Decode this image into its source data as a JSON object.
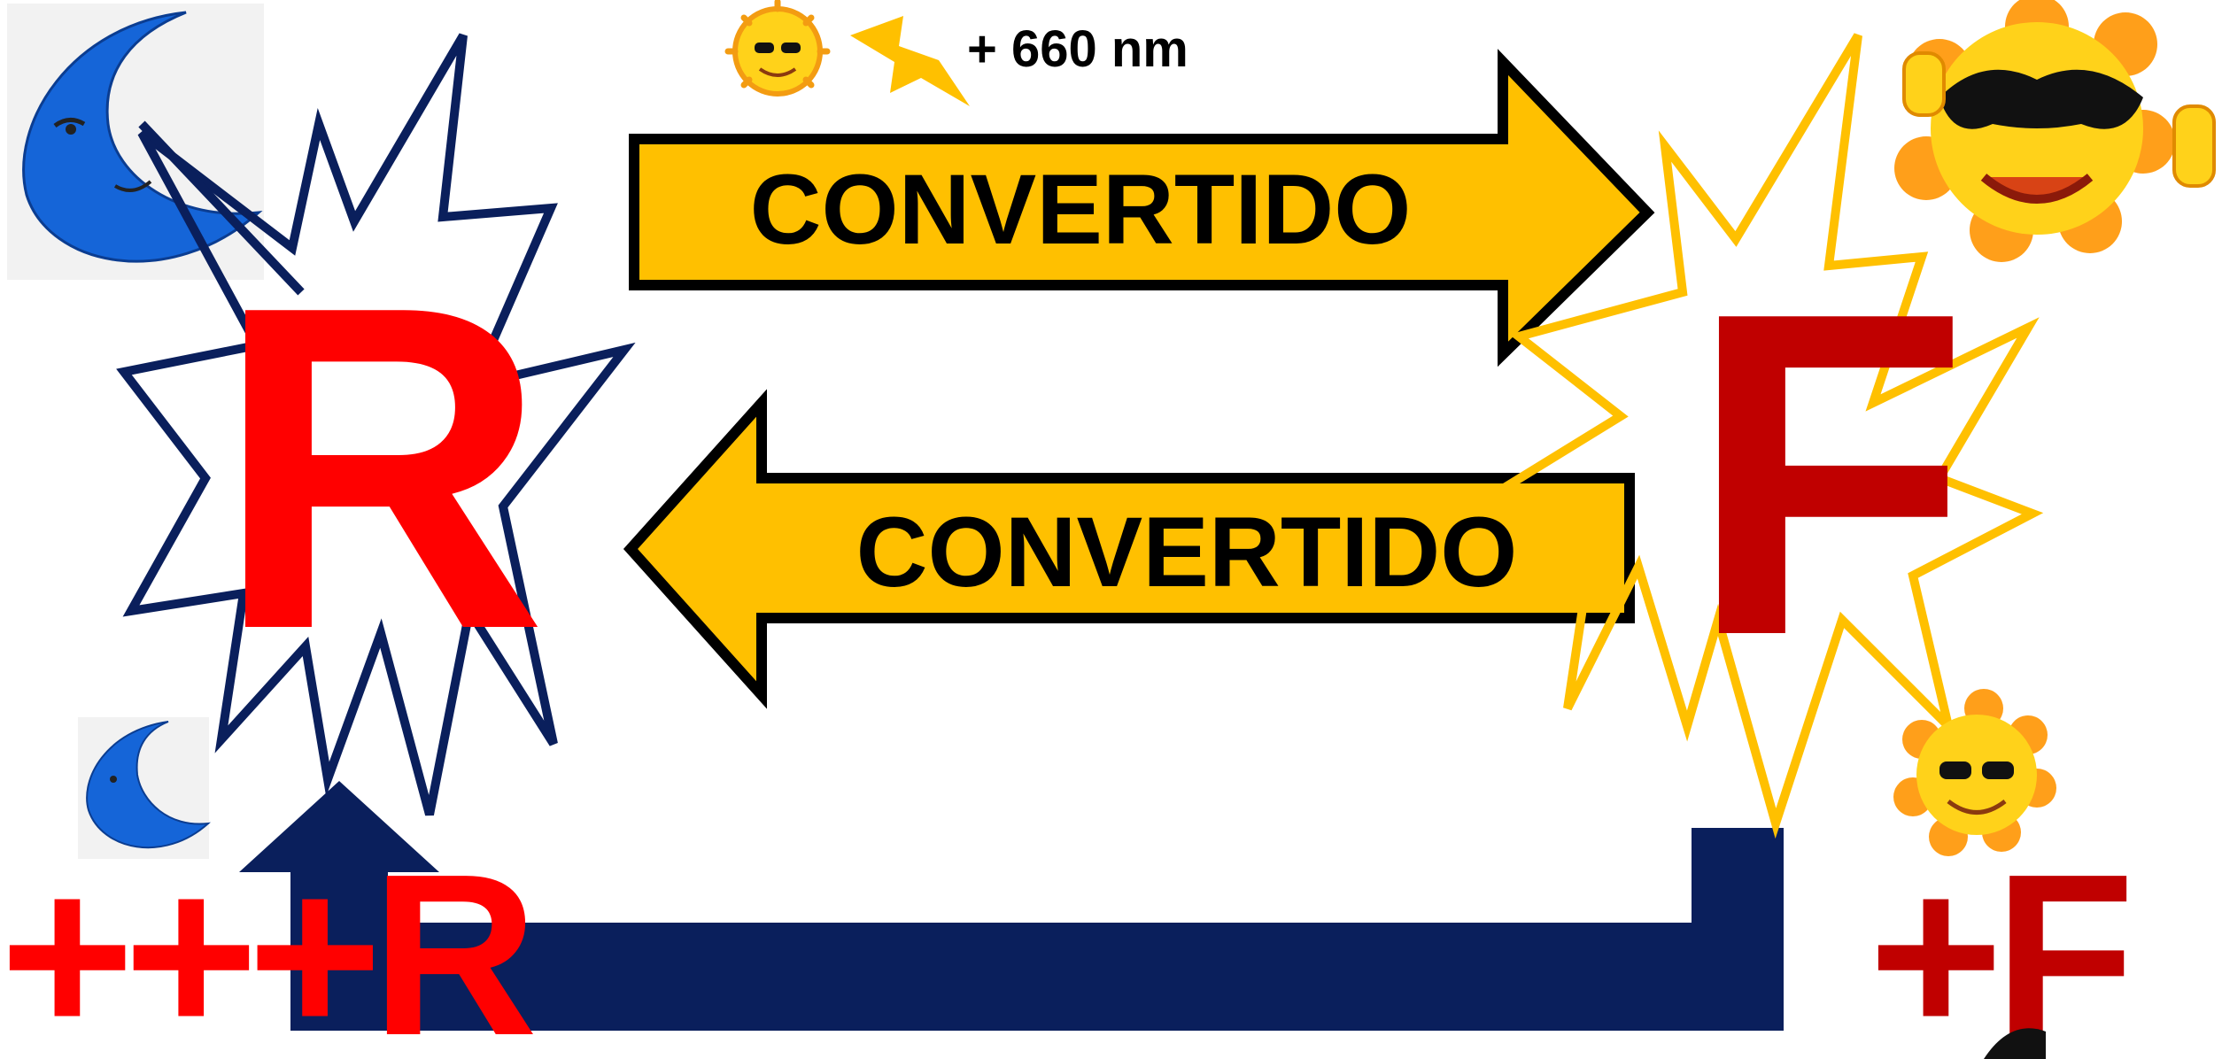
{
  "diagram": {
    "wavelength_label": "+ 660 nm",
    "arrow_top_label": "CONVERTIDO",
    "arrow_bottom_label": "CONVERTIDO",
    "state_left": "R",
    "state_right": "F",
    "bottom_left_label": "+++R",
    "bottom_right_label": "+F"
  },
  "colors": {
    "arrow_fill": "#FFC000",
    "red_letter": "#FF0000",
    "dark_red_letter": "#C00000",
    "navy": "#0A1F5C",
    "star_yellow": "#FFC000",
    "moon_blue": "#1565D8"
  },
  "icons": [
    "moon-icon",
    "sun-icon",
    "lightning-icon"
  ]
}
